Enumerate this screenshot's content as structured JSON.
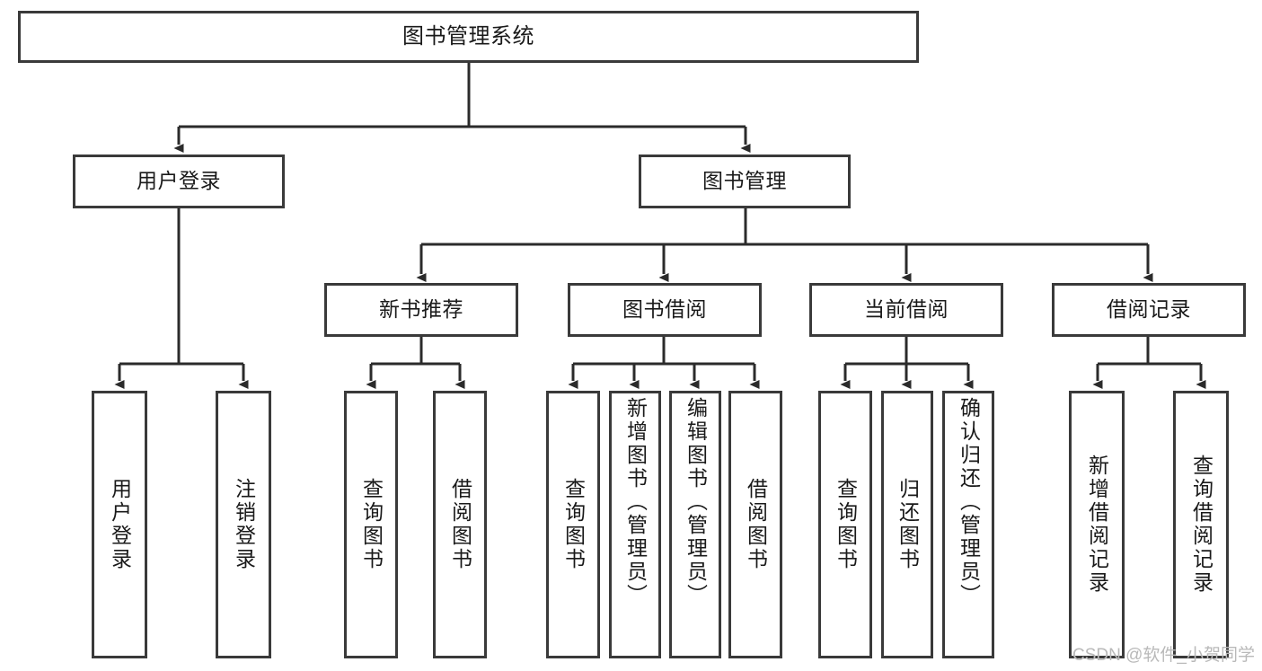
{
  "diagram": {
    "title": "图书管理系统",
    "type": "tree-hierarchy",
    "watermark": "CSDN @软件_小贺同学",
    "colors": {
      "border": "#3a3a3a",
      "background": "#ffffff",
      "text": "#1a1a1a",
      "edge": "#2b2b2b",
      "watermark": "#b9b9b9"
    },
    "nodes": {
      "root": {
        "label": "图书管理系统"
      },
      "level2": [
        {
          "id": "user-login",
          "label": "用户登录"
        },
        {
          "id": "book-manage",
          "label": "图书管理"
        }
      ],
      "level3": [
        {
          "id": "new-book-recommend",
          "label": "新书推荐"
        },
        {
          "id": "book-borrow",
          "label": "图书借阅"
        },
        {
          "id": "current-borrow",
          "label": "当前借阅"
        },
        {
          "id": "borrow-record",
          "label": "借阅记录"
        }
      ],
      "leaves": {
        "user-login": [
          {
            "id": "leaf-user-login",
            "label": "用户登录"
          },
          {
            "id": "leaf-logout",
            "label": "注销登录"
          }
        ],
        "new-book-recommend": [
          {
            "id": "leaf-query-book-1",
            "label": "查询图书"
          },
          {
            "id": "leaf-borrow-book-1",
            "label": "借阅图书"
          }
        ],
        "book-borrow": [
          {
            "id": "leaf-query-book-2",
            "label": "查询图书"
          },
          {
            "id": "leaf-add-book",
            "label": "新增图书（管理员）"
          },
          {
            "id": "leaf-edit-book",
            "label": "编辑图书（管理员）"
          },
          {
            "id": "leaf-borrow-book-2",
            "label": "借阅图书"
          }
        ],
        "current-borrow": [
          {
            "id": "leaf-query-book-3",
            "label": "查询图书"
          },
          {
            "id": "leaf-return-book",
            "label": "归还图书"
          },
          {
            "id": "leaf-confirm-return",
            "label": "确认归还（管理员）"
          }
        ],
        "borrow-record": [
          {
            "id": "leaf-add-record",
            "label": "新增借阅记录"
          },
          {
            "id": "leaf-query-record",
            "label": "查询借阅记录"
          }
        ]
      }
    }
  }
}
